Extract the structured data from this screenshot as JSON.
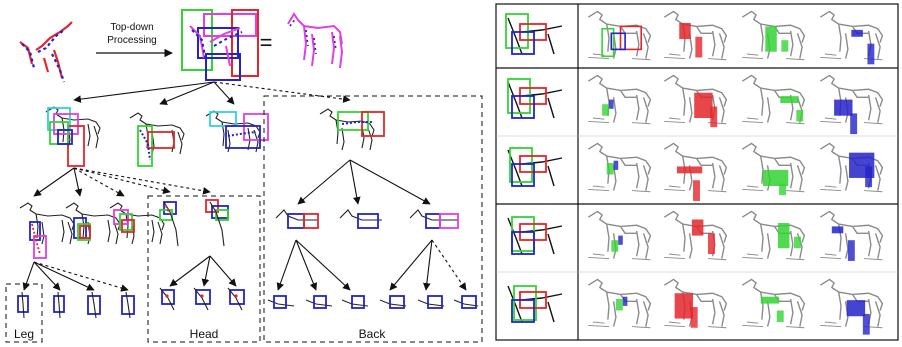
{
  "diagram": {
    "arrow_label_line1": "Top-down",
    "arrow_label_line2": "Processing",
    "equals_sign": "=",
    "group_labels": {
      "leg": "Leg",
      "head": "Head",
      "back": "Back"
    }
  },
  "colors": {
    "red": "#e3262a",
    "green": "#33d433",
    "blue": "#2323c8",
    "magenta": "#e040e0",
    "cyan": "#33d0e0",
    "sketch_gray": "#8a8a8a",
    "stroke_dark": "#111111"
  },
  "icons": [
    "horse-sketch-icon",
    "bounding-box-icon",
    "arrow-icon"
  ]
}
